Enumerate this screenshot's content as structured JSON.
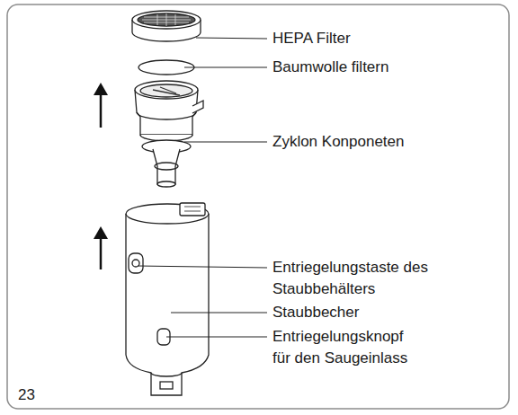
{
  "diagram": {
    "labels": [
      "HEPA Filter",
      "Baumwolle filtern",
      "Zyklon Konponeten",
      "Entriegelungstaste des Staubbehälters",
      "Staubbecher",
      "Entriegelungsknopf für den Saugeinlass",
      "23"
    ]
  }
}
